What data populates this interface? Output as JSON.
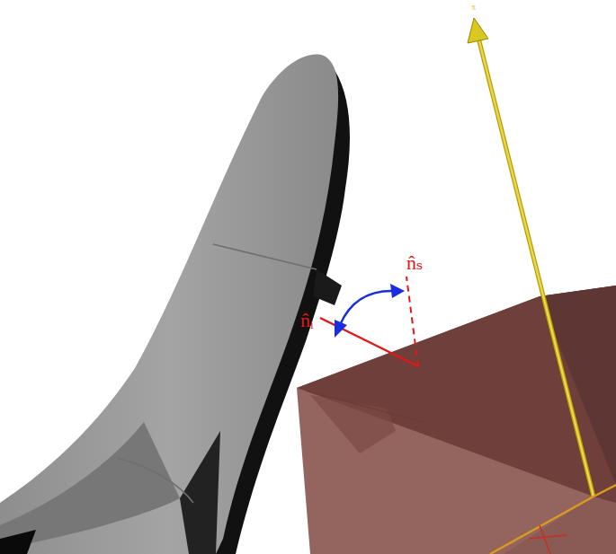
{
  "diagram": {
    "labels": [
      "x",
      "n̂ₛ",
      "n̂ᵢ"
    ]
  }
}
